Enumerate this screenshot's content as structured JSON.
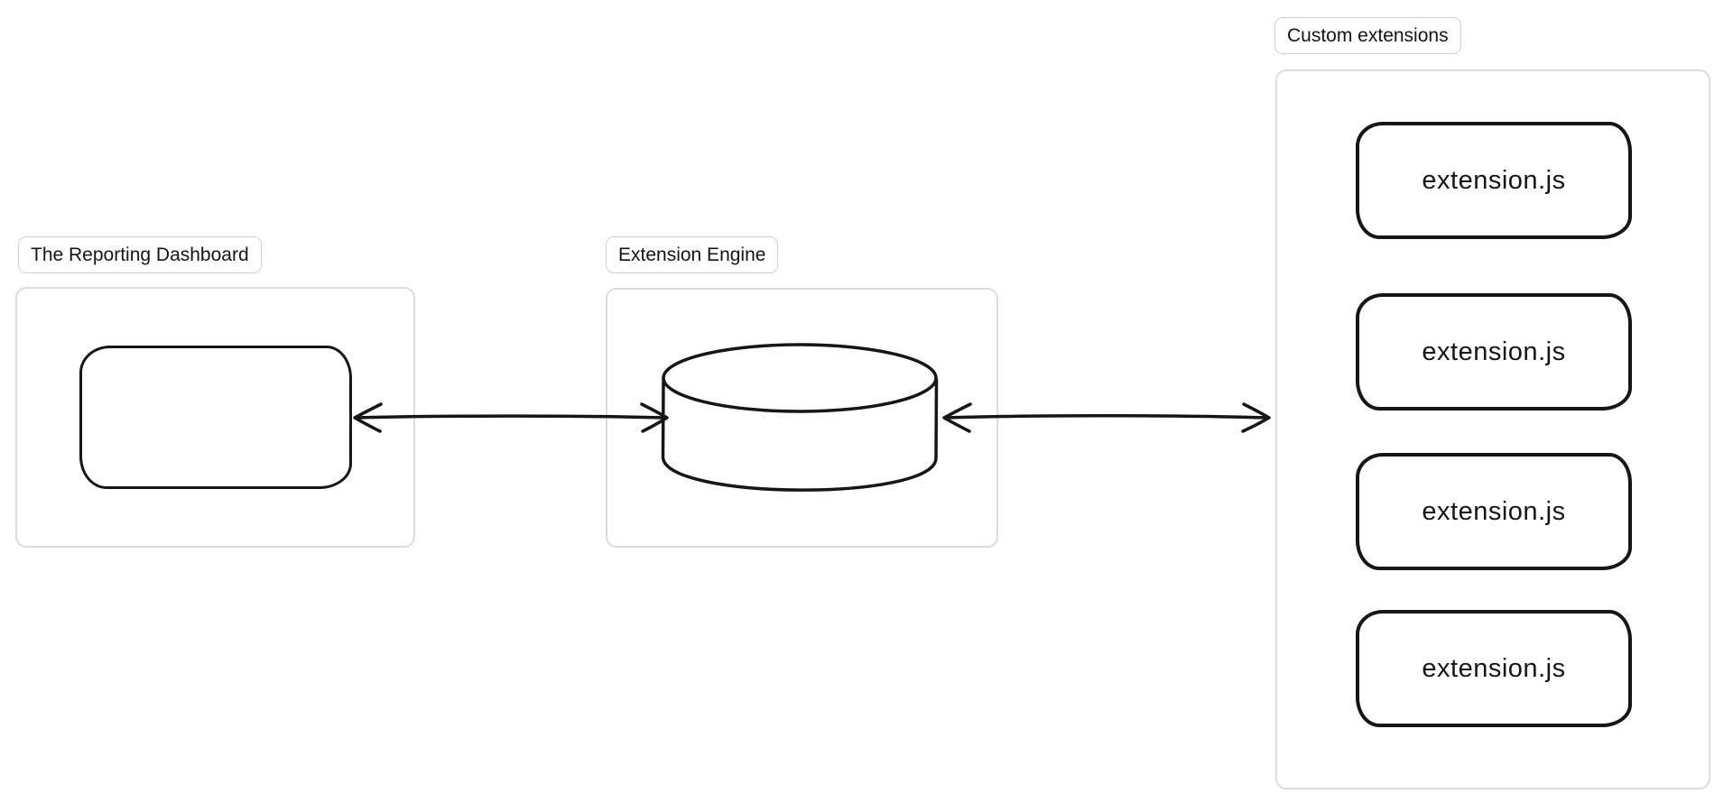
{
  "diagram": {
    "nodes": {
      "reporting_dashboard": {
        "label": "The Reporting Dashboard",
        "shape": "rounded-rectangle"
      },
      "extension_engine": {
        "label": "Extension Engine",
        "shape": "database-cylinder"
      },
      "custom_extensions": {
        "label": "Custom extensions",
        "items": [
          {
            "label": "extension.js"
          },
          {
            "label": "extension.js"
          },
          {
            "label": "extension.js"
          },
          {
            "label": "extension.js"
          }
        ]
      }
    },
    "connections": [
      {
        "from": "reporting_dashboard",
        "to": "extension_engine",
        "style": "double-headed-arrow"
      },
      {
        "from": "extension_engine",
        "to": "custom_extensions",
        "style": "double-headed-arrow"
      }
    ],
    "colors": {
      "background": "#ffffff",
      "sketch_stroke": "#161616",
      "frame_border": "#dcdcdc",
      "chip_border": "#d2d2d2",
      "text": "#141414"
    }
  }
}
